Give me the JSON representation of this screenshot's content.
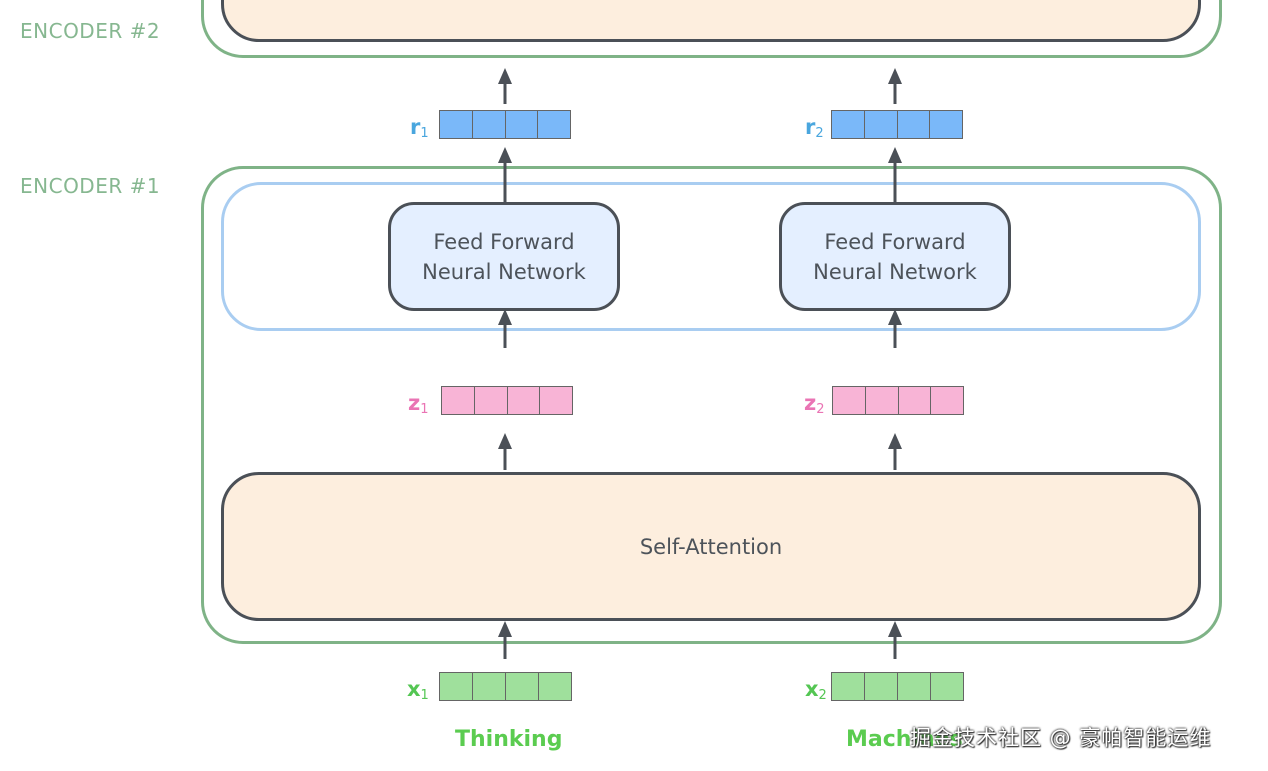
{
  "encoder2": {
    "label": "ENCODER #2"
  },
  "encoder1": {
    "label": "ENCODER #1",
    "self_attention_label": "Self-Attention",
    "ffn_left": {
      "line1": "Feed Forward",
      "line2": "Neural Network"
    },
    "ffn_right": {
      "line1": "Feed Forward",
      "line2": "Neural Network"
    }
  },
  "vectors": {
    "x1": {
      "label": "x",
      "sub": "1"
    },
    "x2": {
      "label": "x",
      "sub": "2"
    },
    "z1": {
      "label": "z",
      "sub": "1"
    },
    "z2": {
      "label": "z",
      "sub": "2"
    },
    "r1": {
      "label": "r",
      "sub": "1"
    },
    "r2": {
      "label": "r",
      "sub": "2"
    }
  },
  "words": {
    "left": "Thinking",
    "right": "Machines"
  },
  "watermark": "掘金技术社区 @ 豪帕智能运维",
  "colors": {
    "encoder_border": "#7fb387",
    "ffn_region_border": "#a9cdf1",
    "attention_fill": "#fdeede",
    "ffn_fill": "#e4efff",
    "x_vector": "#9fe09c",
    "z_vector": "#f8b4d6",
    "r_vector": "#7ab8f9"
  }
}
